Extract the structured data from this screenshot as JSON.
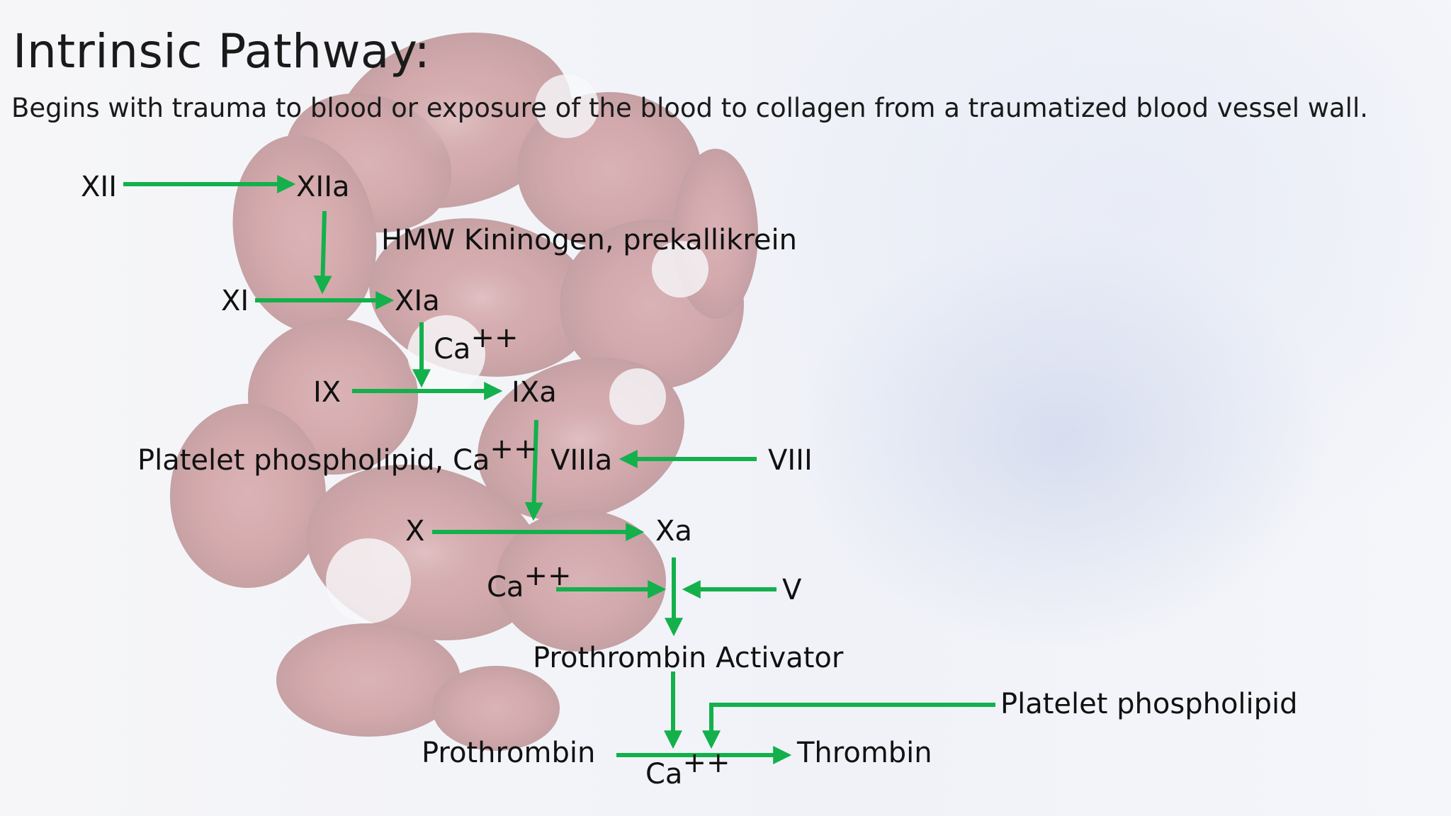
{
  "slide": {
    "title": "Intrinsic Pathway:",
    "subtitle": "Begins with trauma to blood or exposure of the blood to collagen from a traumatized blood vessel wall."
  },
  "diagram": {
    "arrow_color": "#13b04c",
    "labels": {
      "xii": "XII",
      "xiia": "XIIa",
      "hmw": "HMW Kininogen, prekallikrein",
      "xi": "XI",
      "xia": "XIa",
      "ca1": "Ca",
      "ca1_sup": "++",
      "ix": "IX",
      "ixa": "IXa",
      "platelet_ca": "Platelet phospholipid, Ca",
      "platelet_ca_sup": "++",
      "viiia": "VIIIa",
      "viii": "VIII",
      "x": "X",
      "xa": "Xa",
      "ca2": "Ca",
      "ca2_sup": "++",
      "v": "V",
      "prothrombin_activator": "Prothrombin Activator",
      "platelet_phospholipid": "Platelet phospholipid",
      "prothrombin": "Prothrombin",
      "thrombin": "Thrombin",
      "ca3": "Ca",
      "ca3_sup": "++"
    }
  },
  "background": {
    "image": "red-blood-cells-cluster"
  }
}
